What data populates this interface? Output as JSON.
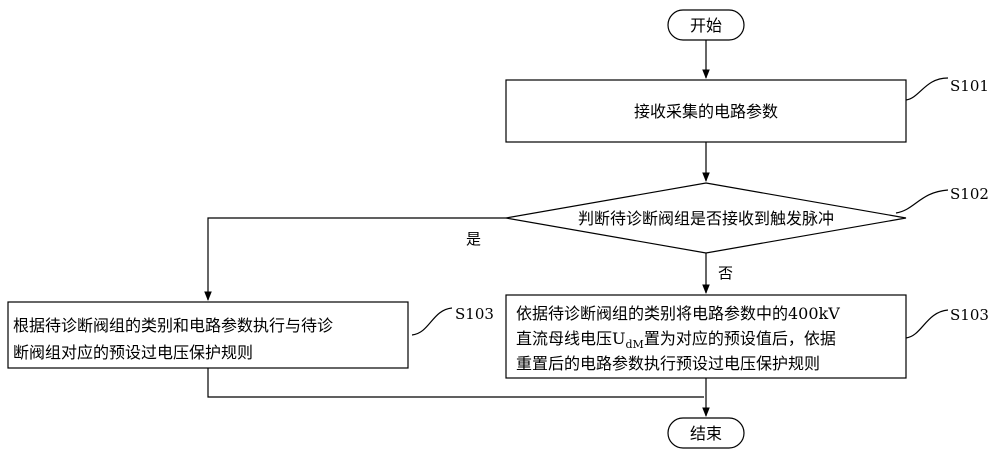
{
  "flowchart": {
    "start": "开始",
    "end": "结束",
    "step1": {
      "text": "接收采集的电路参数",
      "tag": "S101"
    },
    "decision": {
      "text": "判断待诊断阀组是否接收到触发脉冲",
      "tag": "S102",
      "yes": "是",
      "no": "否"
    },
    "left_step": {
      "line1": "根据待诊断阀组的类别和电路参数执行与待诊",
      "line2": "断阀组对应的预设过电压保护规则",
      "tag": "S103"
    },
    "right_step": {
      "line1": "依据待诊断阀组的类别将电路参数中的400kV",
      "line2_pre": "直流母线电压U",
      "line2_sub": "dM",
      "line2_post": "置为对应的预设值后，依据",
      "line3": "重置后的电路参数执行预设过电压保护规则",
      "tag": "S103"
    }
  }
}
